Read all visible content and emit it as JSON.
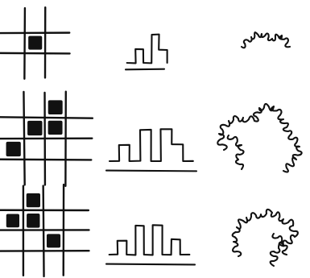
{
  "ink_color": "#111111",
  "paper_color": "#ffffff",
  "rows": [
    {
      "grid_size": 3,
      "filled_cells": [
        [
          1,
          1
        ]
      ],
      "profile_levels": [
        0,
        1,
        0,
        2,
        1
      ],
      "coil": "small-arc"
    },
    {
      "grid_size": 4,
      "filled_cells": [
        [
          0,
          2
        ],
        [
          1,
          1
        ],
        [
          1,
          2
        ],
        [
          2,
          0
        ]
      ],
      "profile_levels": [
        0,
        1,
        0,
        2,
        0,
        2,
        1,
        0
      ],
      "coil": "large-arc"
    },
    {
      "grid_size": 4,
      "filled_cells": [
        [
          0,
          1
        ],
        [
          1,
          0
        ],
        [
          1,
          1
        ],
        [
          2,
          2
        ]
      ],
      "profile_levels": [
        0,
        1,
        0,
        2,
        0,
        2,
        0,
        1,
        0
      ],
      "coil": "large-arc-open"
    }
  ]
}
